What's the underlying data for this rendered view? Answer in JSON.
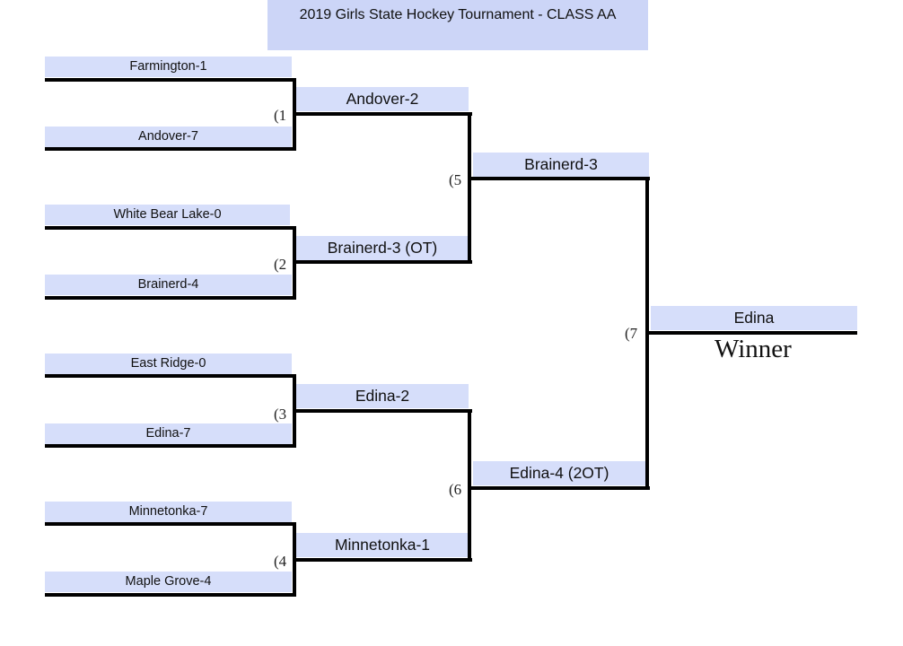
{
  "title": "2019 Girls State Hockey Tournament - CLASS AA",
  "round1": [
    "Farmington-1",
    "Andover-7",
    "White Bear Lake-0",
    "Brainerd-4",
    "East Ridge-0",
    "Edina-7",
    "Minnetonka-7",
    "Maple Grove-4"
  ],
  "round2": [
    "Andover-2",
    "Brainerd-3 (OT)",
    "Edina-2",
    "Minnetonka-1"
  ],
  "round3": [
    "Brainerd-3",
    "Edina-4 (2OT)"
  ],
  "champion": "Edina",
  "winner_label": "Winner",
  "games": [
    "(1",
    "(2",
    "(3",
    "(4",
    "(5",
    "(6",
    "(7"
  ]
}
